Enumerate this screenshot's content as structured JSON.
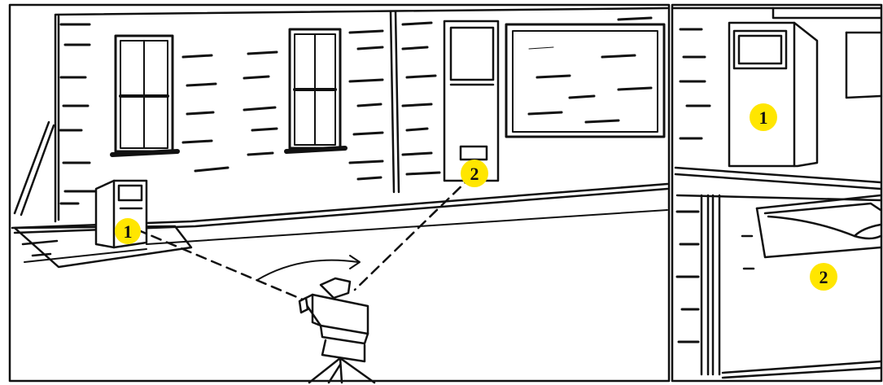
{
  "markers": {
    "left_marker_1": "1",
    "left_marker_2": "2",
    "right_marker_1": "1",
    "right_marker_2": "2"
  },
  "colors": {
    "marker_fill": "#ffe600",
    "ink": "#111111",
    "background": "#ffffff"
  }
}
